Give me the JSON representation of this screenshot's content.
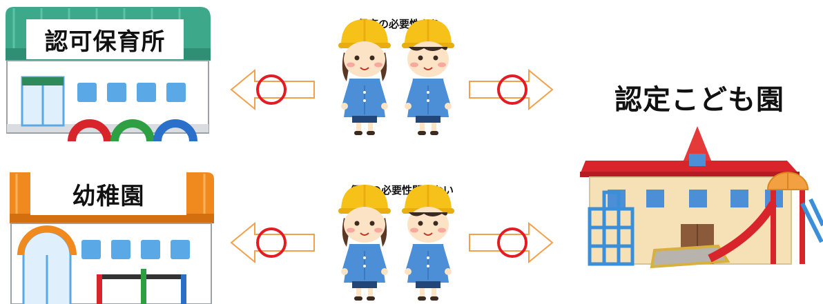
{
  "nursery": {
    "label": "認可保育所"
  },
  "kindergarten": {
    "label": "幼稚園"
  },
  "kodomoen": {
    "label": "認定こども園"
  },
  "children_top": {
    "caption": "保育の必要性あり"
  },
  "children_bottom": {
    "caption": "保育の必要性問わない"
  },
  "colors": {
    "roof_green": "#3ea88a",
    "roof_orange": "#f08a1e",
    "roof_red": "#d8252c",
    "window_blue": "#5aa9e6",
    "circle_red": "#e31b23",
    "arrow_orange": "#f2a04a",
    "hat_yellow": "#f6c21a",
    "smock_blue": "#4d8fd6"
  }
}
